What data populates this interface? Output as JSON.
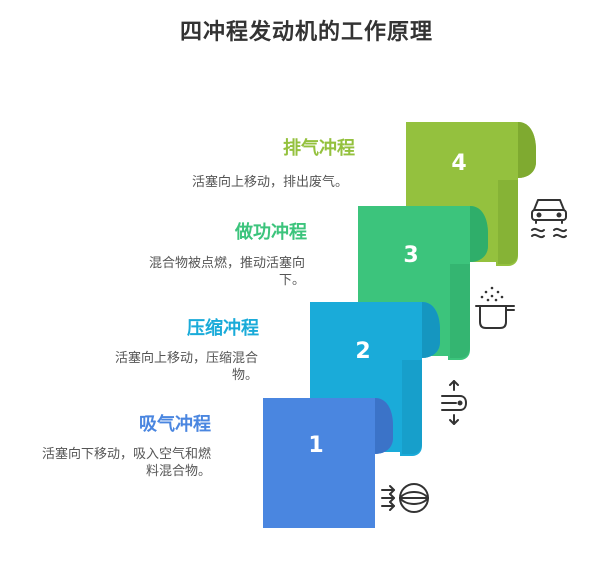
{
  "title": "四冲程发动机的工作原理",
  "stages": [
    {
      "number": "1",
      "title": "吸气冲程",
      "description": "活塞向下移动，吸入空气和燃料混合物。",
      "color": "#4A86E0",
      "icon": "intake-air-icon"
    },
    {
      "number": "2",
      "title": "压缩冲程",
      "description": "活塞向上移动，压缩混合物。",
      "color": "#1AABD9",
      "icon": "piston-up-down-icon"
    },
    {
      "number": "3",
      "title": "做功冲程",
      "description": "混合物被点燃，推动活塞向下。",
      "color": "#3CC47C",
      "icon": "combustion-pot-icon"
    },
    {
      "number": "4",
      "title": "排气冲程",
      "description": "活塞向上移动，排出废气。",
      "color": "#94C13E",
      "icon": "car-exhaust-icon"
    }
  ]
}
